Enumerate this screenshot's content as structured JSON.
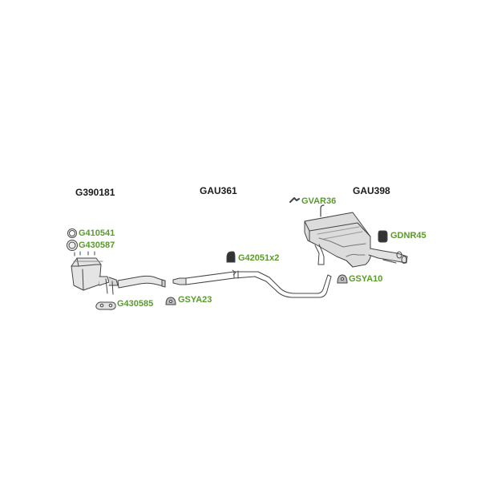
{
  "diagram": {
    "assembly_labels": {
      "front_assembly": "G390181",
      "middle_pipe": "GAU361",
      "rear_silencer": "GAU398"
    },
    "part_labels": {
      "seal_ring_1": "G410541",
      "seal_ring_2": "G430587",
      "gasket_flange": "G430585",
      "mount_1": "GSYA23",
      "clamp_middle": "G42051x2",
      "hanger_rear": "GVAR36",
      "rubber_mount": "GDNR45",
      "mount_2": "GSYA10"
    },
    "colors": {
      "part_label": "#5a9a2b",
      "assembly_label": "#1a1a1a",
      "line": "#444444",
      "fill": "#dddddd"
    }
  }
}
